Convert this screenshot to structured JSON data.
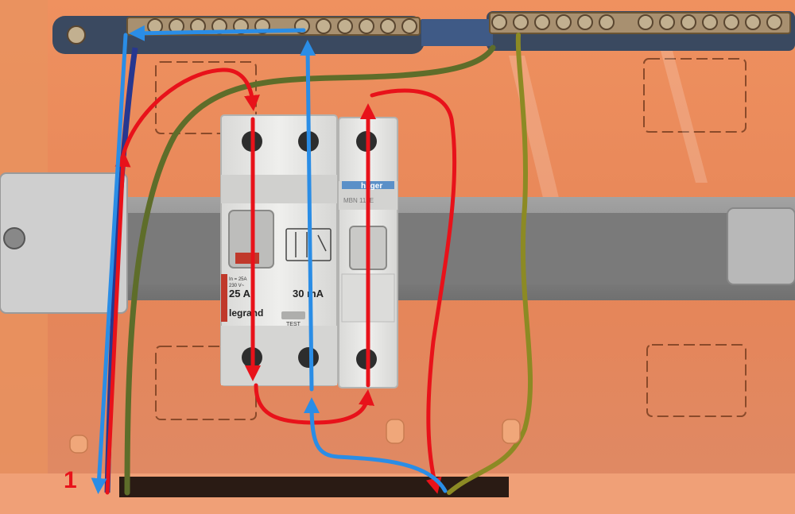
{
  "rcd": {
    "brand": "legrand",
    "rating": "25 A",
    "sensitivity": "30 mA",
    "test_label": "TEST",
    "spec_1": "In = 25A",
    "spec_2": "230 V~"
  },
  "breaker": {
    "brand": "hager",
    "model": "MBN 116E"
  },
  "marker_label": "1",
  "colors": {
    "enclosure": "#ee8c5f",
    "busbar": "#3a4960",
    "live_arrow": "#e8121a",
    "neutral_arrow": "#2a8de6",
    "earth_wire": "#8a8a22",
    "din_rail": "#8f8f8f",
    "device_body": "#e4e4e2"
  }
}
